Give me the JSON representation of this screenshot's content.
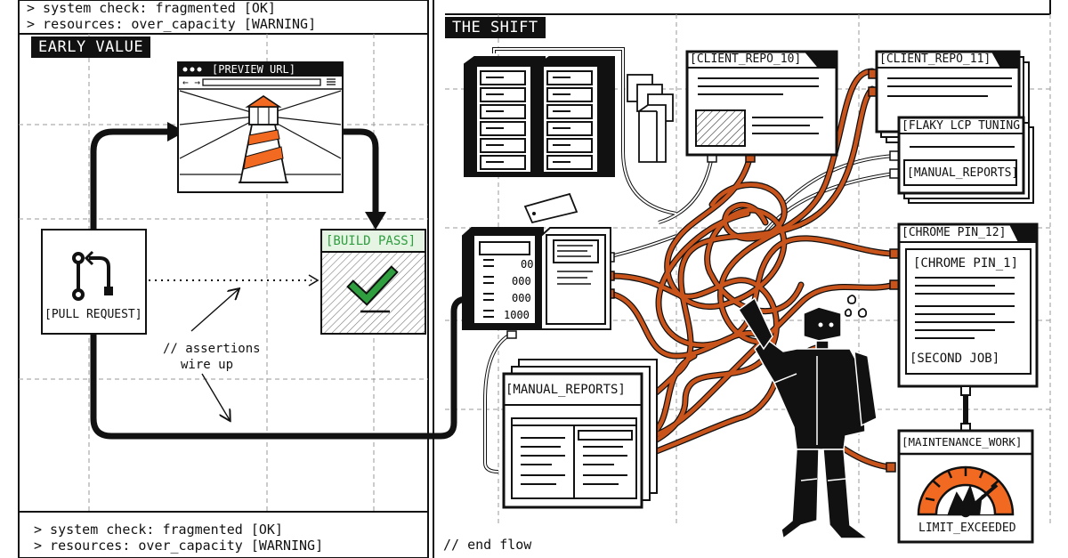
{
  "top_status": {
    "line1": "> system check: fragmented [OK]",
    "line2": "> resources: over_capacity [WARNING]"
  },
  "bottom_status": {
    "line1": "> system check: fragmented [OK]",
    "line2": "> resources: over_capacity [WARNING]"
  },
  "left_panel": {
    "title": "EARLY VALUE",
    "preview_label": "[PREVIEW URL]",
    "preview_nav": "← →",
    "pull_request_label": "[PULL REQUEST]",
    "build_pass_label": "[BUILD PASS]",
    "assertions_line1": "// assertions",
    "assertions_line2": "wire up"
  },
  "right_panel": {
    "title": "THE SHIFT",
    "client_repo_10": "[CLIENT_REPO_10]",
    "client_repo_11": "[CLIENT_REPO_11]",
    "flaky_lcp": "[FLAKY LCP TUNING",
    "manual_reports_small": "[MANUAL_REPORTS]",
    "chrome_pin_12": "[CHROME PIN_12]",
    "chrome_pin_1": "[CHROME PIN_1]",
    "second_job": "[SECOND JOB]",
    "manual_reports_big": "[MANUAL_REPORTS]",
    "maintenance_work": "[MAINTENANCE_WORK]",
    "limit_exceeded": "LIMIT_EXCEEDED",
    "server_digits": [
      "00",
      "000",
      "000",
      "1000"
    ],
    "end_flow": "// end flow"
  },
  "colors": {
    "ink": "#111111",
    "cable_orange": "#c8531b",
    "gauge_orange": "#f26a21",
    "pass_green": "#2e9e3f",
    "pass_bg": "#e6f4e4",
    "grid_dash": "#9a9a9a"
  }
}
